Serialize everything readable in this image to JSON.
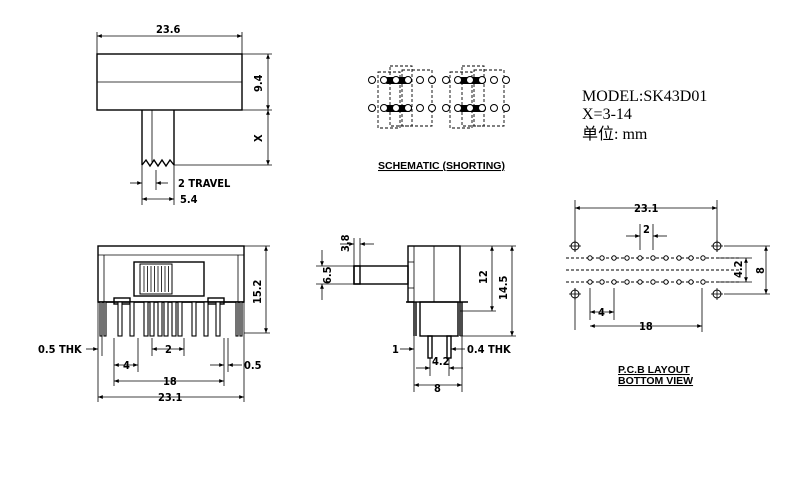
{
  "model": {
    "model_line": "MODEL:SK43D01",
    "x_line": "X=3-14",
    "unit_line": "单位: mm"
  },
  "top_view": {
    "width": "23.6",
    "height": "9.4",
    "x_label": "X",
    "travel": "2 TRAVEL",
    "offset": "5.4"
  },
  "schematic": {
    "caption": "SCHEMATIC (SHORTING)"
  },
  "front_view": {
    "thk_left": "0.5 THK",
    "pitch_4": "4",
    "pitch_2": "2",
    "span_18": "18",
    "width_23_1": "23.1",
    "right_05": "0.5",
    "height_15_2": "15.2"
  },
  "side_view": {
    "knob_3_8": "3.8",
    "knob_6_5": "6.5",
    "height_12": "12",
    "height_14_5": "14.5",
    "pin_1": "1",
    "thk_0_4": "0.4 THK",
    "pitch_4_2": "4.2",
    "width_8": "8"
  },
  "pcb": {
    "width_23_1": "23.1",
    "pitch_2": "2",
    "row_4_2": "4.2",
    "outer_8": "8",
    "pitch_4": "4",
    "span_18": "18",
    "caption_1": "P.C.B LAYOUT",
    "caption_2": "BOTTOM VIEW"
  }
}
